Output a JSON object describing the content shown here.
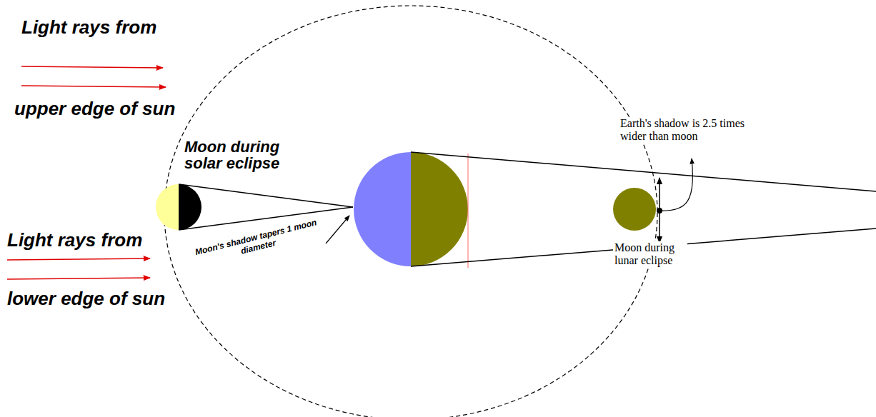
{
  "diagram": {
    "labels": [
      "Light rays from",
      "upper edge of sun",
      "Moon during solar eclipse",
      "Light rays from",
      "lower edge of sun",
      "Moon's shadow tapers 1 moon diameter",
      "Earth's shadow is 2.5 times wider than moon",
      "Moon during lunar eclipse"
    ]
  }
}
